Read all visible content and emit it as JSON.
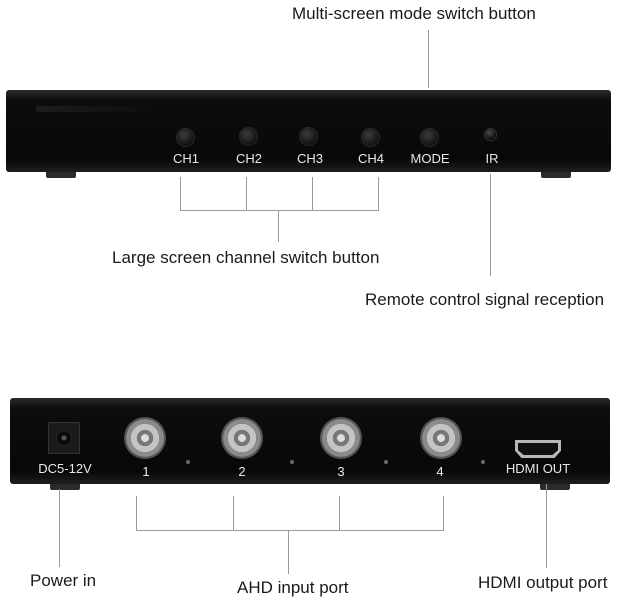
{
  "callouts": {
    "mode_switch": "Multi-screen mode switch button",
    "channel_switch": "Large screen channel switch button",
    "remote_reception": "Remote control signal reception",
    "power_in": "Power in",
    "ahd_input": "AHD input port",
    "hdmi_output": "HDMI output port"
  },
  "front_panel": {
    "buttons": [
      "CH1",
      "CH2",
      "CH3",
      "CH4",
      "MODE"
    ],
    "ir_label": "IR"
  },
  "rear_panel": {
    "power_label": "DC5-12V",
    "ahd_ports": [
      "1",
      "2",
      "3",
      "4"
    ],
    "hdmi_label": "HDMI OUT"
  }
}
